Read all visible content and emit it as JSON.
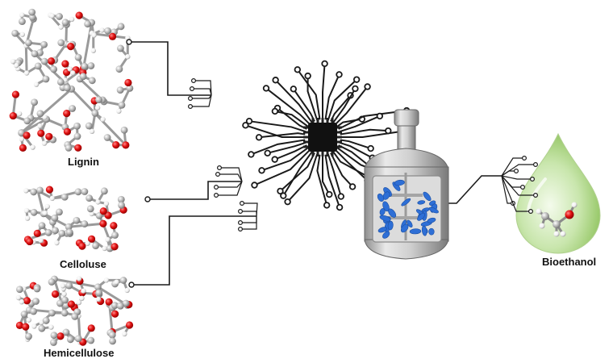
{
  "labels": {
    "lignin": "Lignin",
    "cellulose": "Celloluse",
    "hemicellulose": "Hemicellulose",
    "product": "Bioethanol"
  },
  "colors": {
    "carbon_atom": "#b5b5b5",
    "oxygen_atom": "#e01010",
    "hydrogen_atom": "#f2f2f2",
    "circuit_trace": "#1a1a1a",
    "chip": "#111111",
    "reactor_body": "#c9c9c9",
    "microbe": "#2e6fd6",
    "droplet": "#b7dd96"
  },
  "icons": [
    "lignin-molecule",
    "cellulose-molecule",
    "hemicellulose-molecule",
    "ai-chip-circuit",
    "bioreactor",
    "ethanol-droplet"
  ]
}
